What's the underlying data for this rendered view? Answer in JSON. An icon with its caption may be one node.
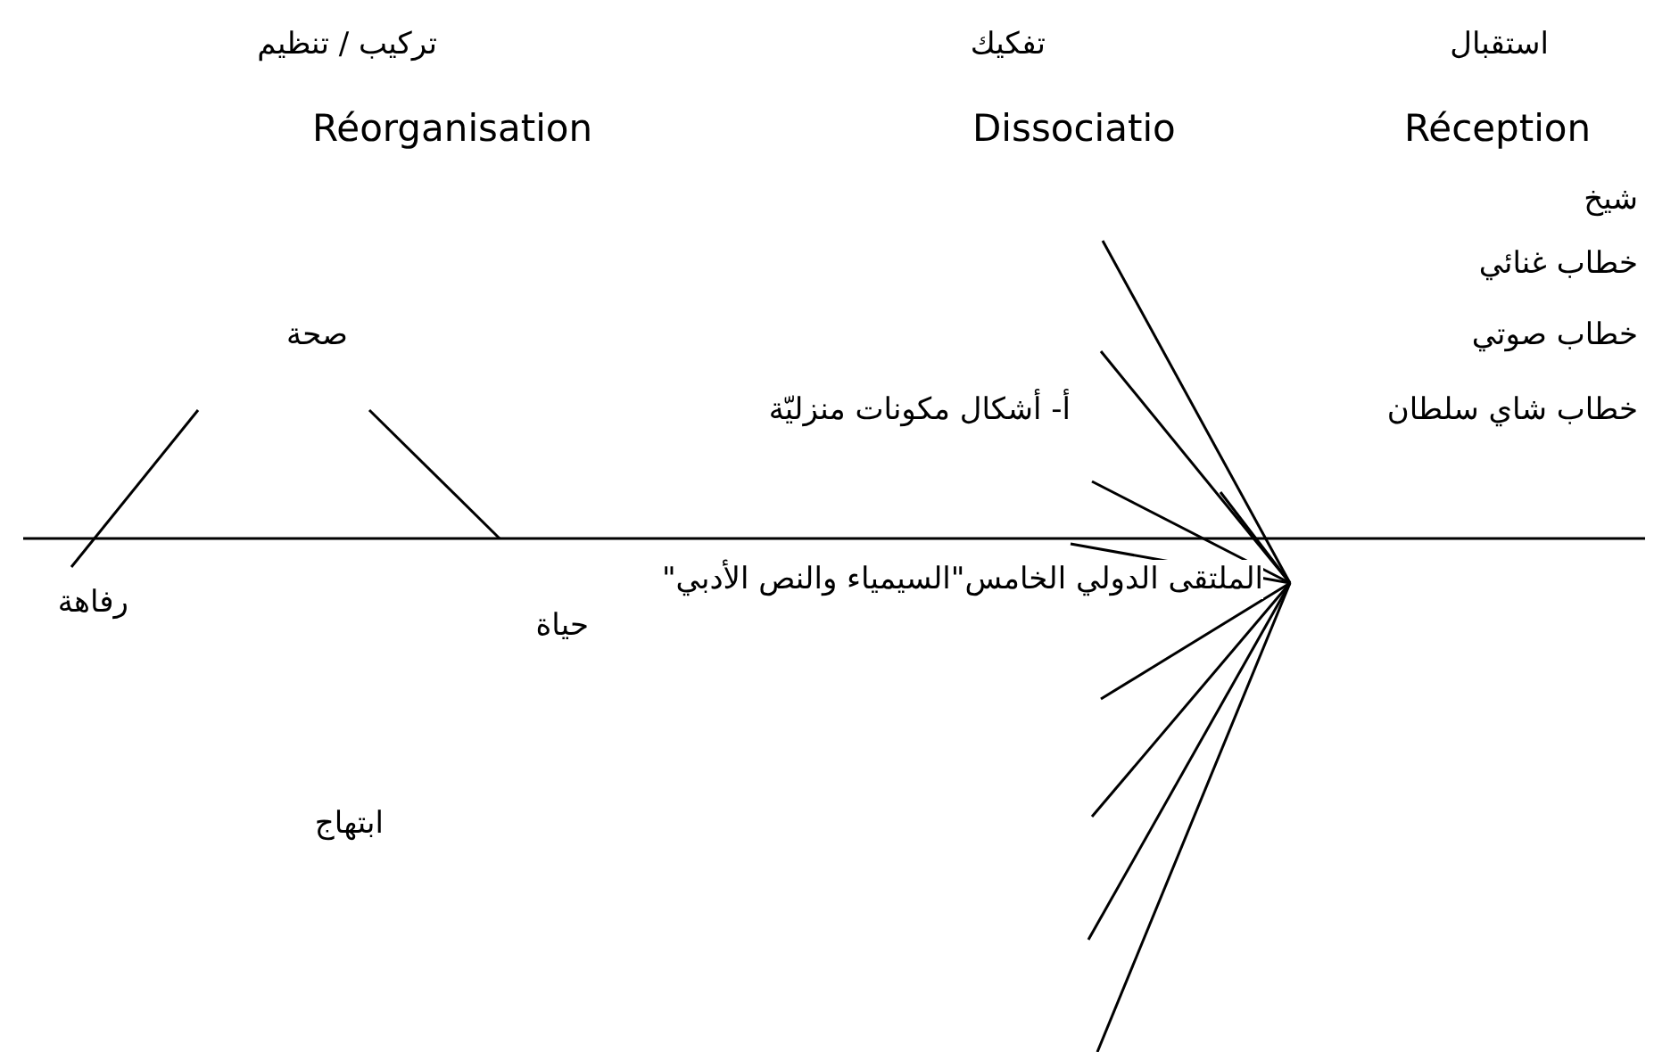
{
  "diagram": {
    "labels": [
      "تركيب / تنظيم",
      "تفكيك",
      "استقبال",
      "Réorganisation",
      "Dissociatio",
      "Réception",
      "شيخ",
      "خطاب غنائي",
      "صحة",
      "خطاب صوتي",
      "أ- أشكال  مكونات منزليّة",
      "خطاب  شاي سلطان",
      "رفاهة",
      "الملتقى الدولي الخامس\"السيمياء والنص الأدبي\"",
      "حياة",
      "ابتهاج"
    ]
  }
}
